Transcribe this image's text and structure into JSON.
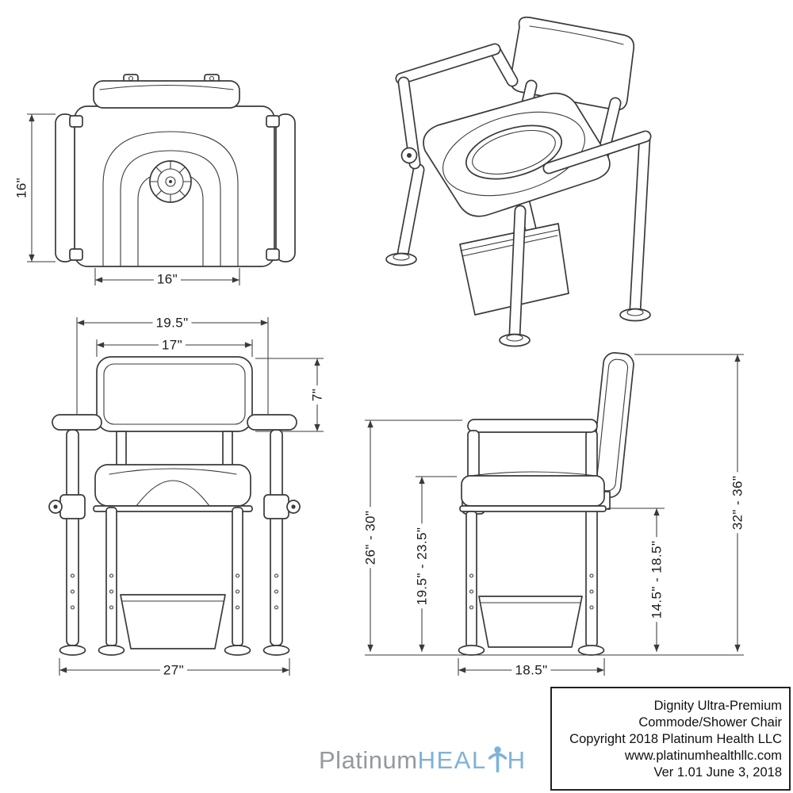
{
  "drawing": {
    "dims": {
      "top_height": "16\"",
      "top_width": "16\"",
      "front_overall_width": "19.5\"",
      "front_backrest_width": "17\"",
      "front_backrest_height": "7\"",
      "front_base_width": "27\"",
      "side_armrest_height": "26\" - 30\"",
      "side_seat_height": "19.5\" - 23.5\"",
      "side_clearance_height": "14.5\" - 18.5\"",
      "side_overall_height": "32\" - 36\"",
      "side_base_depth": "18.5\""
    }
  },
  "title_block": {
    "product_line1": "Dignity Ultra-Premium",
    "product_line2": "Commode/Shower Chair",
    "copyright": "Copyright 2018 Platinum Health LLC",
    "website": "www.platinumhealthllc.com",
    "version": "Ver 1.01 June 3, 2018"
  },
  "logo": {
    "platinum": "Platinum",
    "heal": "HEAL",
    "h": "H",
    "icon": "person-figure-icon",
    "color_platinum": "#949a9e",
    "color_health": "#7fb2d9"
  },
  "colors": {
    "line": "#3a3a3a",
    "background": "#ffffff"
  }
}
